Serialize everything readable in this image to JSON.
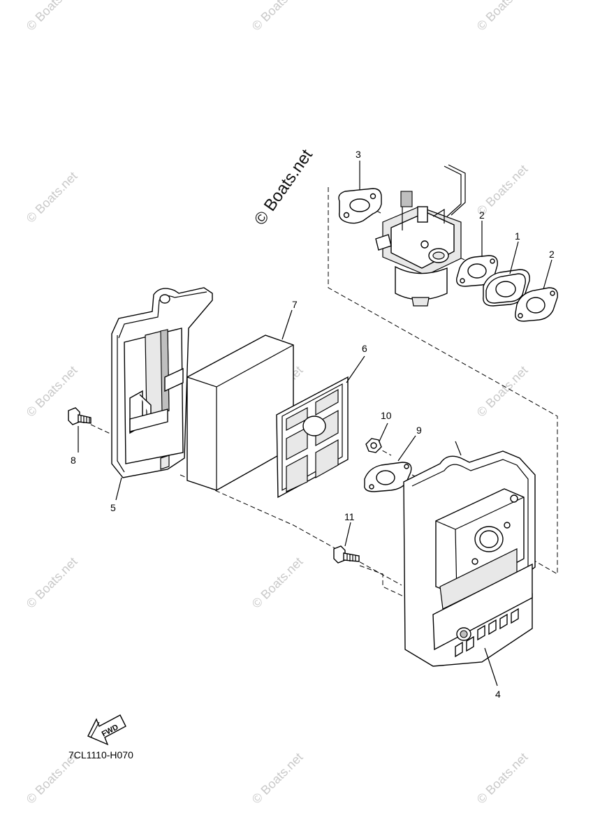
{
  "diagram": {
    "callouts": {
      "p1": "1",
      "p2a": "2",
      "p2b": "2",
      "p3": "3",
      "p4": "4",
      "p5": "5",
      "p6": "6",
      "p7": "7",
      "p8": "8",
      "p9": "9",
      "p10": "10",
      "p11": "11"
    },
    "fwd_label": "FWD",
    "drawing_code": "7CL1110-H070",
    "main_watermark": "© Boats.net",
    "watermark": "© Boats.net"
  }
}
